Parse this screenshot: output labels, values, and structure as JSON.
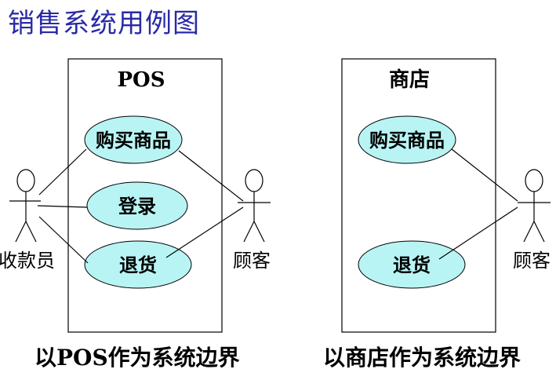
{
  "title": "销售系统用例图",
  "left_diagram": {
    "system": "POS",
    "use_cases": [
      "购买商品",
      "登录",
      "退货"
    ],
    "actor_left": "收款员",
    "actor_right": "顾客",
    "caption": "以POS作为系统边界"
  },
  "right_diagram": {
    "system": "商店",
    "use_cases": [
      "购买商品",
      "退货"
    ],
    "actor_right": "顾客",
    "caption": "以商店作为系统边界"
  },
  "colors": {
    "title": "#2a2aa6",
    "use_case_fill": "#b8f4f4",
    "stroke": "#000000"
  }
}
